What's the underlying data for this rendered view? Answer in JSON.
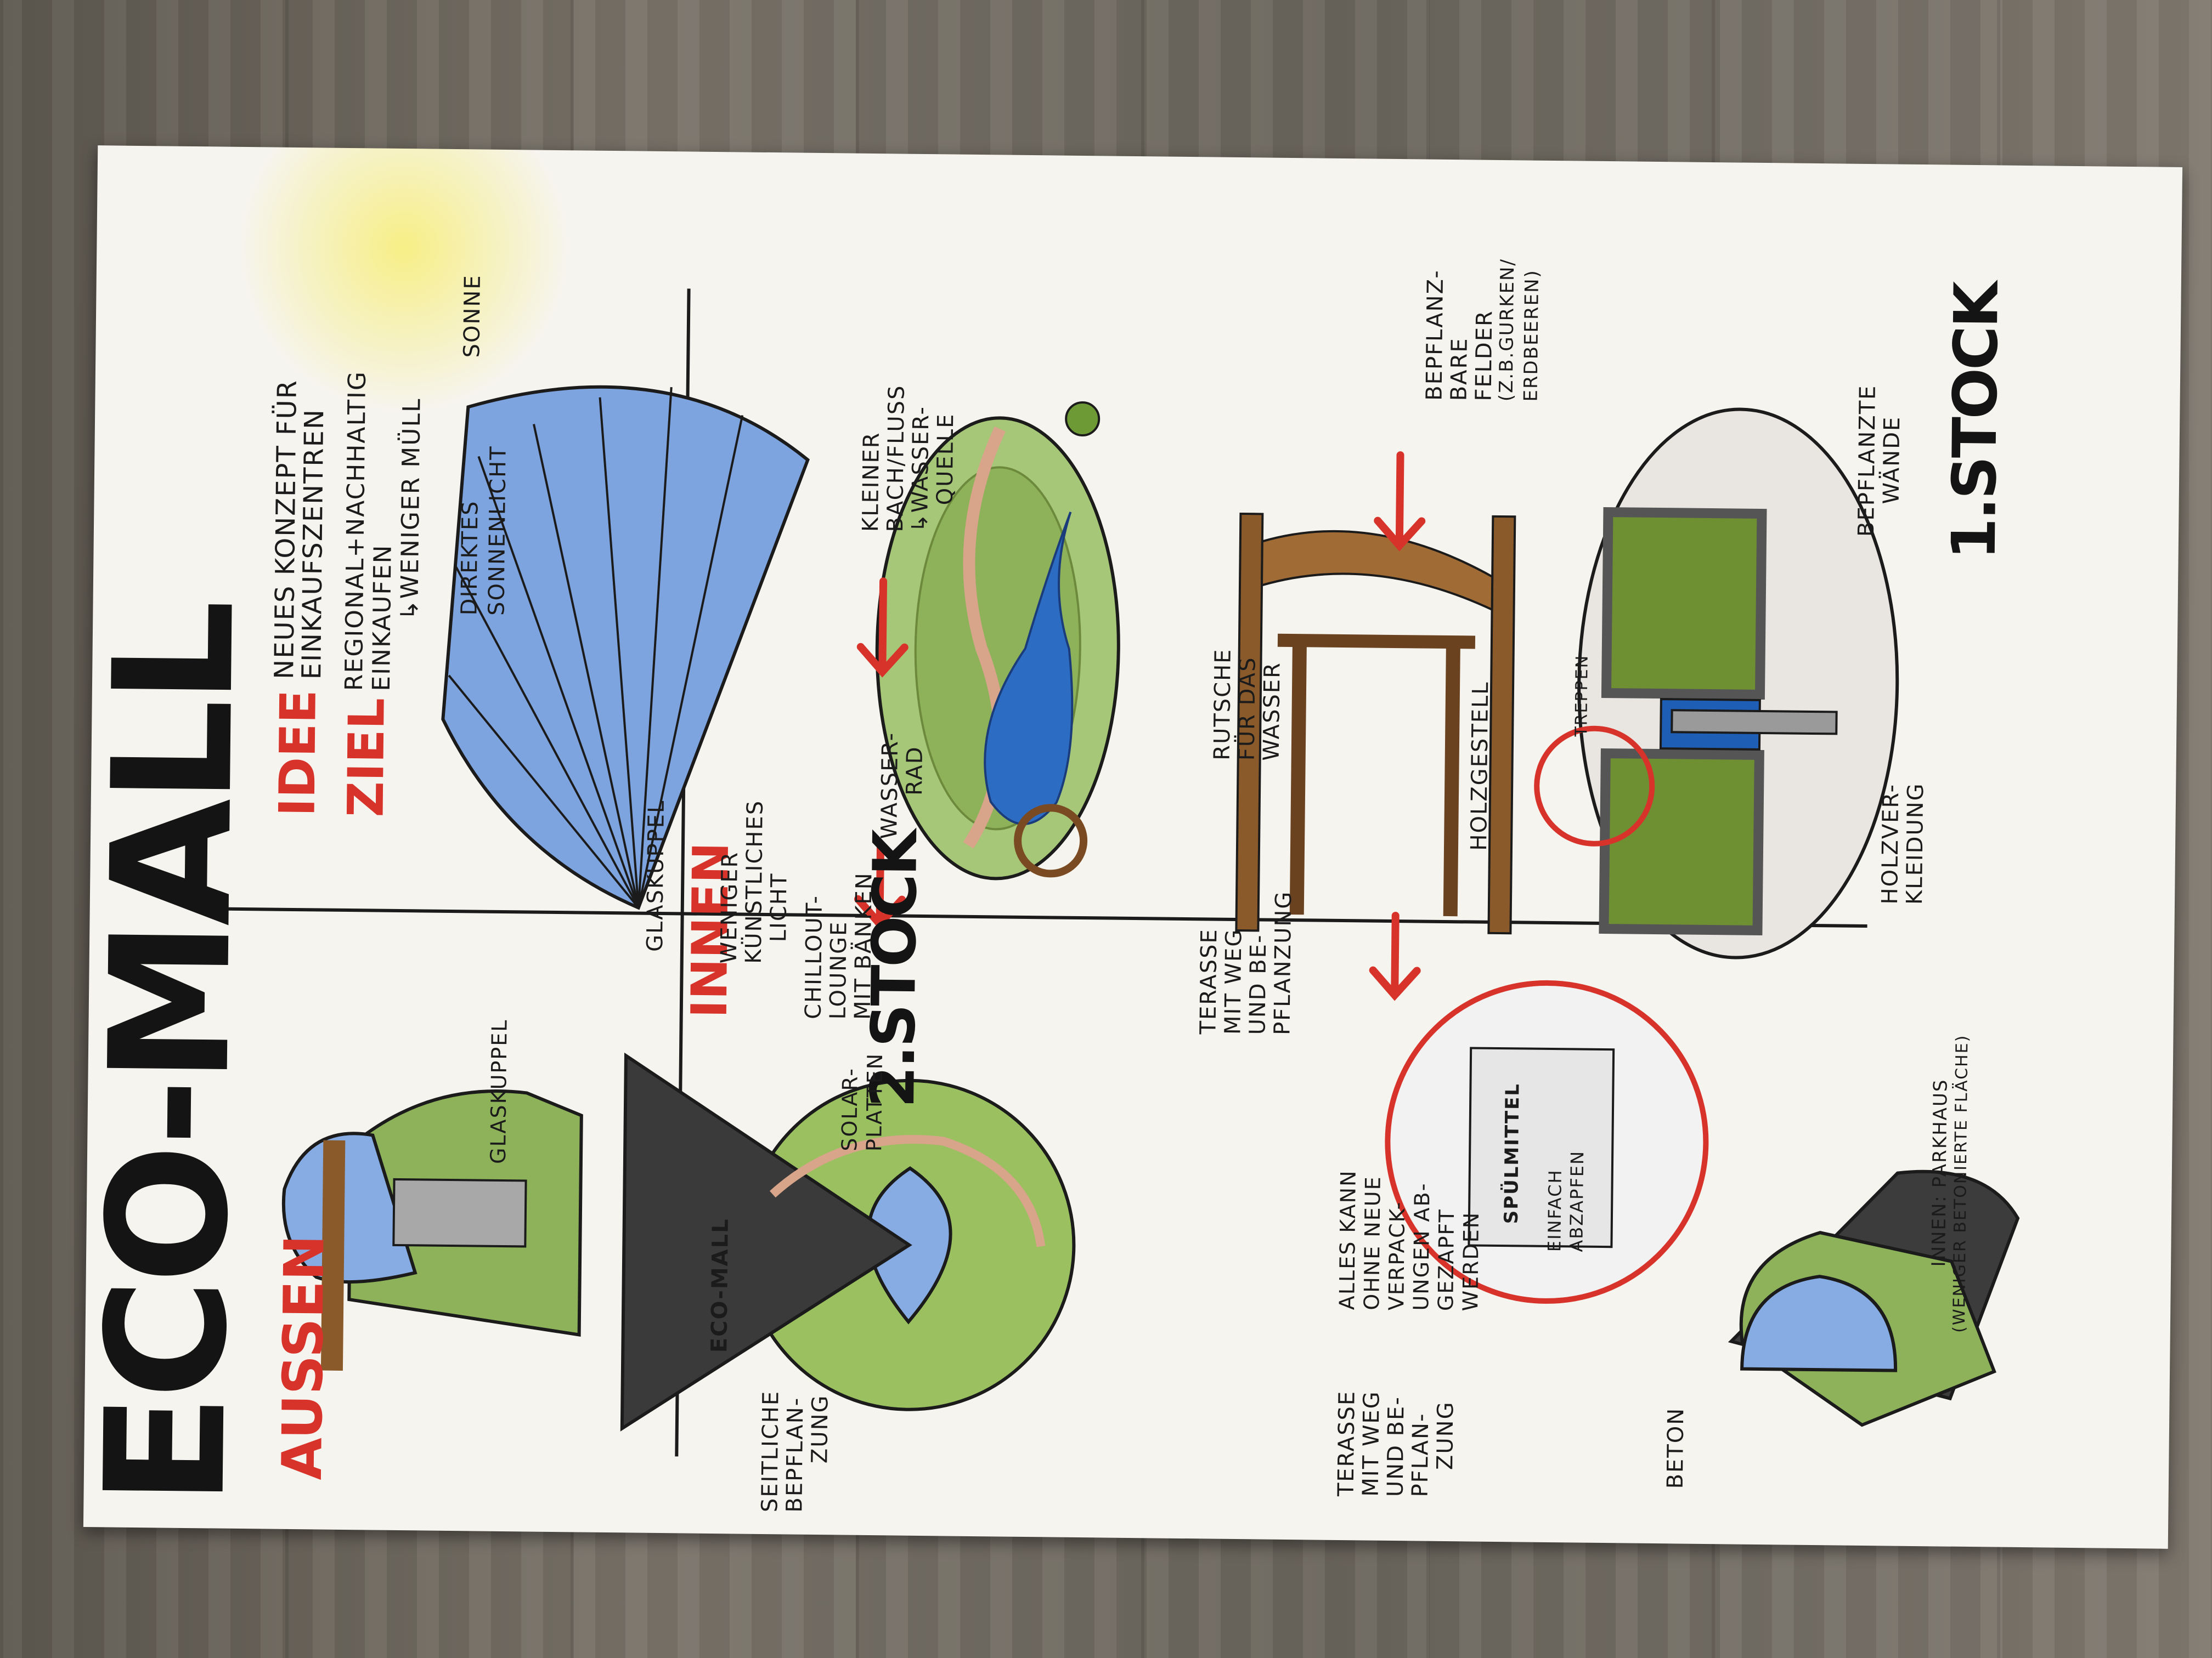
{
  "poster": {
    "title": "ECO-MALL",
    "sections": {
      "aussen": "AUSSEN",
      "innen": "INNEN"
    },
    "idee": {
      "label": "IDEE",
      "line1": "NEUES KONZEPT FÜR",
      "line2": "EINKAUFSZENTREN"
    },
    "ziel": {
      "label": "ZIEL",
      "line1": "REGIONAL+NACHHALTIG",
      "line2": "EINKAUFEN",
      "line3": "↳WENIGER MÜLL"
    },
    "innen_labels": {
      "weniger_licht": [
        "WENIGER",
        "KÜNSTLICHES",
        "LICHT"
      ],
      "glaskuppel": "GLASKUPPEL",
      "direktes": [
        "DIREKTES",
        "SONNENLICHT"
      ],
      "sonne": "SONNE",
      "chillout": [
        "CHILLOUT-",
        "LOUNGE",
        "MIT BÄNKEN"
      ],
      "stock2": "2.STOCK",
      "wasserrad": [
        "WASSER-",
        "RAD"
      ],
      "bach": [
        "KLEINER",
        "BACH/FLUSS",
        "↳WASSER-",
        "QUELLE"
      ],
      "terasse": [
        "TERASSE",
        "MIT WEG",
        "UND BE-",
        "PFLANZUNG"
      ],
      "rutsche": [
        "RUTSCHE",
        "FÜR DAS",
        "WASSER"
      ],
      "holzgestell": "HOLZGESTELL",
      "bepflanzbare": [
        "BEPFLANZ-",
        "BARE",
        "FELDER",
        "(Z.B.GURKEN/",
        "ERDBEEREN)"
      ],
      "treppen": "TREPPEN",
      "bepflanzte": [
        "BEPFLANZTE",
        "WÄNDE"
      ],
      "stock1": "1.STOCK",
      "holzverkleidung": [
        "HOLZVER-",
        "KLEIDUNG"
      ]
    },
    "aussen_labels": {
      "glaskuppel": "GLASKUPPEL",
      "sign": "ECO-MALL",
      "seitliche": [
        "SEITLICHE",
        "BEPFLAN-",
        "ZUNG"
      ],
      "solar": [
        "SOLAR-",
        "PLATTEN"
      ],
      "terasse": [
        "TERASSE",
        "MIT WEG",
        "UND BE-",
        "PFLAN-",
        "ZUNG"
      ],
      "alles": [
        "ALLES KANN",
        "OHNE NEUE",
        "VERPACK-",
        "UNGEN AB-",
        "GEZAPFT",
        "WERDEN"
      ],
      "spuelmittel": "SPÜLMITTEL",
      "einfach": [
        "EINFACH",
        "ABZAPFEN"
      ],
      "beton": "BETON",
      "innen_parkhaus": [
        "INNEN: PARKHAUS",
        "(WENIGER BETONIERTE FLÄCHE)"
      ]
    },
    "colors": {
      "accent_red": "#d8332a",
      "glass_blue": "#7fa8e0",
      "plant_green": "#7ea33c",
      "wood_brown": "#8a5a2b"
    }
  }
}
